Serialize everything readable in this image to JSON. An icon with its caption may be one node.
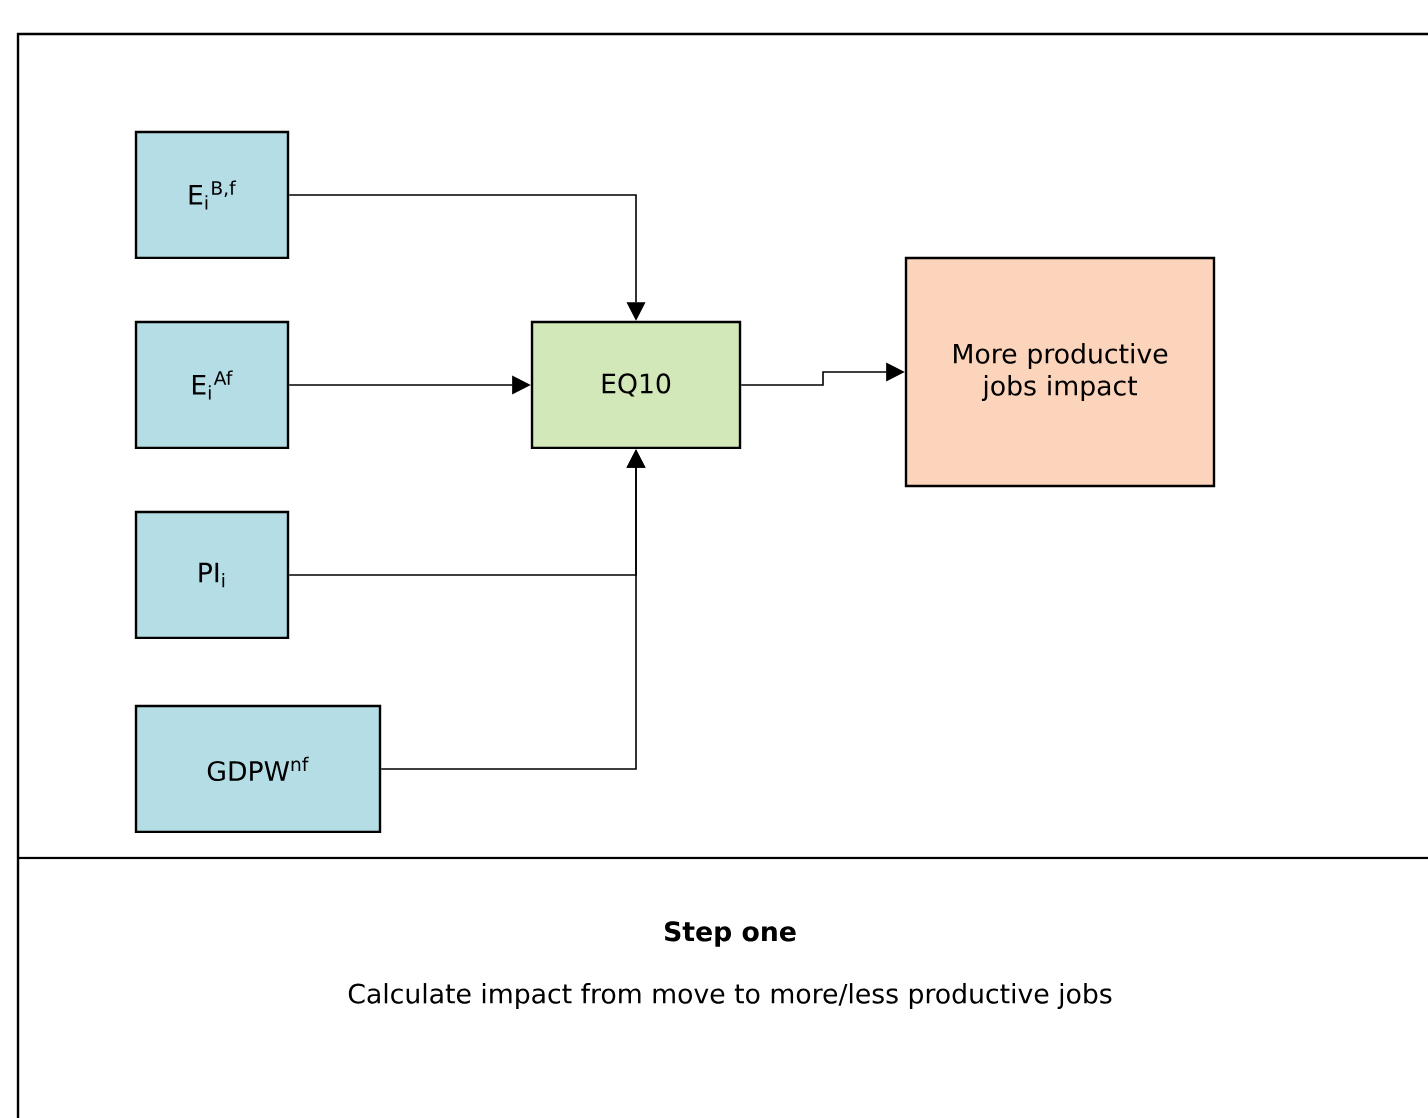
{
  "diagram": {
    "nodes": [
      {
        "text": [
          "E$_{i}$$^{B,f}$"
        ]
      },
      {
        "text": [
          "E$_{i}$$^{Af}$"
        ]
      },
      {
        "text": [
          "PI$_{i}$"
        ]
      },
      {
        "text": [
          "GDPW$^{nf}$"
        ]
      },
      {
        "text": [
          "EQ10"
        ]
      },
      {
        "text": [
          "More productive jobs impact"
        ]
      }
    ],
    "edges": [
      {
        "from": 0,
        "to": 4,
        "arrow": "to"
      },
      {
        "from": 1,
        "to": 4,
        "arrow": "to"
      },
      {
        "from": 2,
        "to": 4,
        "arrow": "to"
      },
      {
        "from": 3,
        "to": 4,
        "arrow": "to"
      },
      {
        "from": 4,
        "to": 5,
        "arrow": "to"
      }
    ],
    "labels": [
      "Step one",
      "Calculate impact from move to more/less productive jobs"
    ]
  }
}
